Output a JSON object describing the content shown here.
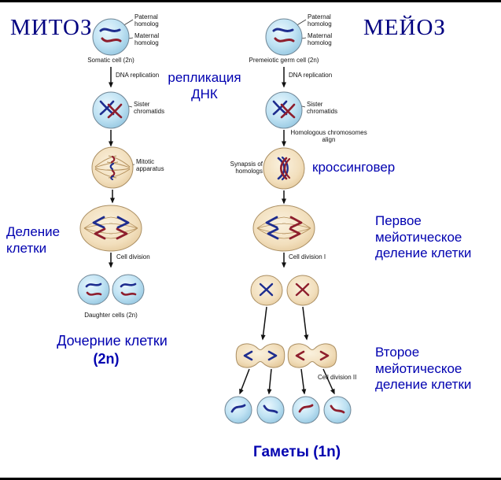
{
  "titles": {
    "mitosis": "МИТОЗ",
    "meiosis": "МЕЙОЗ"
  },
  "annotations": {
    "replication_ru": "репликация ДНК",
    "crossover_ru": "кроссинговер",
    "division_ru": "Деление клетки",
    "daughter_ru": "Дочерние клетки",
    "daughter_ploidy": "(2n)",
    "first_meiotic_ru": "Первое мейотическое деление клетки",
    "second_meiotic_ru": "Второе мейотическое деление клетки",
    "gametes_ru": "Гаметы (1n)"
  },
  "mitosis": {
    "paternal_homolog": "Paternal homolog",
    "maternal_homolog": "Maternal homolog",
    "start_cell": "Somatic cell (2n)",
    "dna_replication": "DNA replication",
    "sister_chromatids": "Sister chromatids",
    "apparatus": "Mitotic apparatus",
    "cell_division": "Cell division",
    "daughter_cells": "Daughter cells (2n)"
  },
  "meiosis": {
    "paternal_homolog": "Paternal homolog",
    "maternal_homolog": "Maternal homolog",
    "start_cell": "Premeiotic germ cell (2n)",
    "dna_replication": "DNA replication",
    "sister_chromatids": "Sister chromatids",
    "homologs_align": "Homologous chromosomes align",
    "synapsis": "Synapsis of homologs",
    "cell_division_1": "Cell division I",
    "cell_division_2": "Cell division II"
  },
  "colors": {
    "label_blue": "#0000b0",
    "title_navy": "#000080",
    "cell_blue": "#bfe2f3",
    "cell_tan": "#f2dfbd",
    "chromosome_blue": "#1e2d8f",
    "chromosome_red": "#8e1e2d"
  }
}
